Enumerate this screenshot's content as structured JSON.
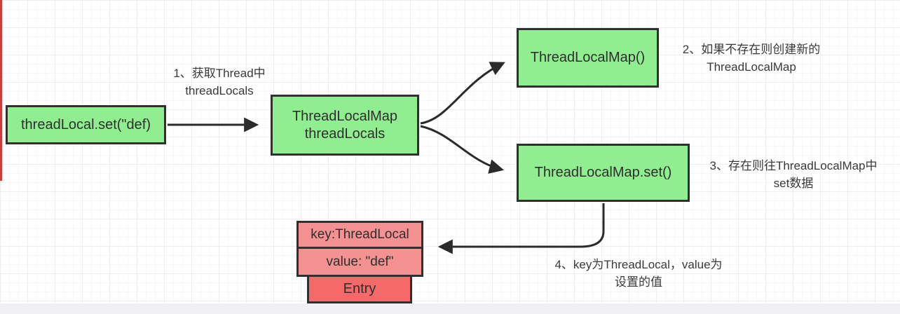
{
  "colors": {
    "node_green": "#90ee90",
    "node_pink": "#f49292",
    "node_red": "#f56969",
    "node_border": "#303030",
    "arrow": "#2b2b2b",
    "left_accent_line": "#cf3a3a"
  },
  "nodes": {
    "start": {
      "label": "threadLocal.set(\"def)"
    },
    "map": {
      "line1": "ThreadLocalMap",
      "line2": "threadLocals"
    },
    "create": {
      "label": "ThreadLocalMap()"
    },
    "set": {
      "label": "ThreadLocalMap.set()"
    },
    "entry_key": {
      "label": "key:ThreadLocal"
    },
    "entry_value": {
      "label": "value: \"def\""
    },
    "entry": {
      "label": "Entry"
    }
  },
  "annotations": {
    "step1": {
      "line1": "1、获取Thread中",
      "line2": "threadLocals"
    },
    "step2": {
      "line1": "2、如果不存在则创建新的",
      "line2": "ThreadLocalMap"
    },
    "step3": {
      "line1": "3、存在则往ThreadLocalMap中",
      "line2": "set数据"
    },
    "step4": {
      "line1": "4、key为ThreadLocal，value为",
      "line2": "设置的值"
    }
  }
}
